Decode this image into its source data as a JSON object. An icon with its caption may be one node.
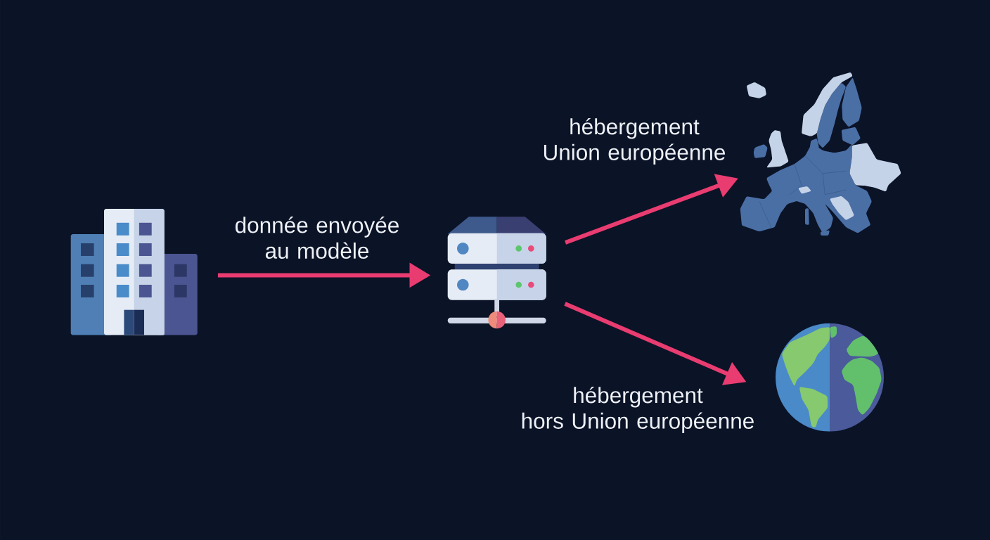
{
  "diagram": {
    "nodes": [
      {
        "text": [],
        "shape": "picture"
      },
      {
        "text": [],
        "shape": "picture"
      },
      {
        "text": [],
        "shape": "picture"
      },
      {
        "text": [],
        "shape": "picture"
      }
    ],
    "edges": [
      {
        "from": 0,
        "to": 1,
        "arrow": "to",
        "label": "donnée envoyée au modèle"
      },
      {
        "from": 1,
        "to": 2,
        "arrow": "to",
        "label": "hébergement Union européenne"
      },
      {
        "from": 1,
        "to": 3,
        "arrow": "to",
        "label": "hébergement hors Union européenne"
      }
    ]
  }
}
